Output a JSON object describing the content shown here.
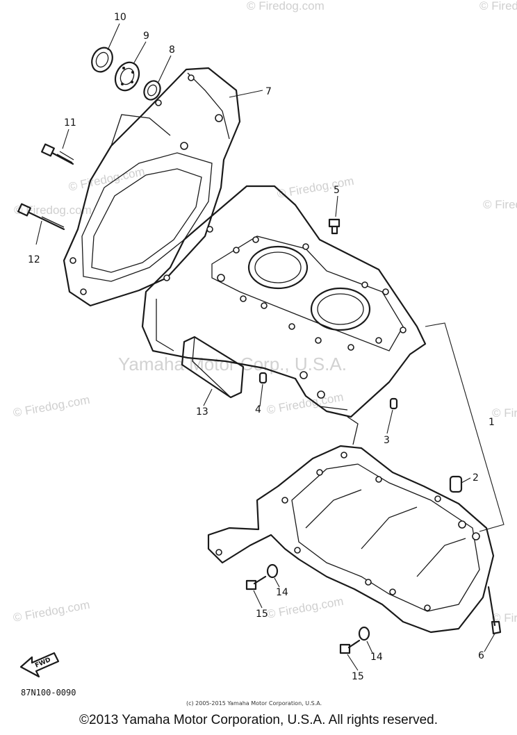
{
  "watermarks": {
    "firedog": "© Firedog.com",
    "yamaha": "Yamaha Motor Corp., U.S.A."
  },
  "fwd_label": "FWD",
  "diagram_code": "87N100-0090",
  "small_copyright": "(c) 2005-2015 Yamaha Motor Corporation, U.S.A.",
  "footer_copyright": "©2013 Yamaha Motor Corporation, U.S.A. All rights reserved.",
  "callouts": [
    "1",
    "2",
    "3",
    "4",
    "5",
    "6",
    "7",
    "8",
    "9",
    "10",
    "11",
    "12",
    "13",
    "14",
    "14",
    "15",
    "15"
  ]
}
